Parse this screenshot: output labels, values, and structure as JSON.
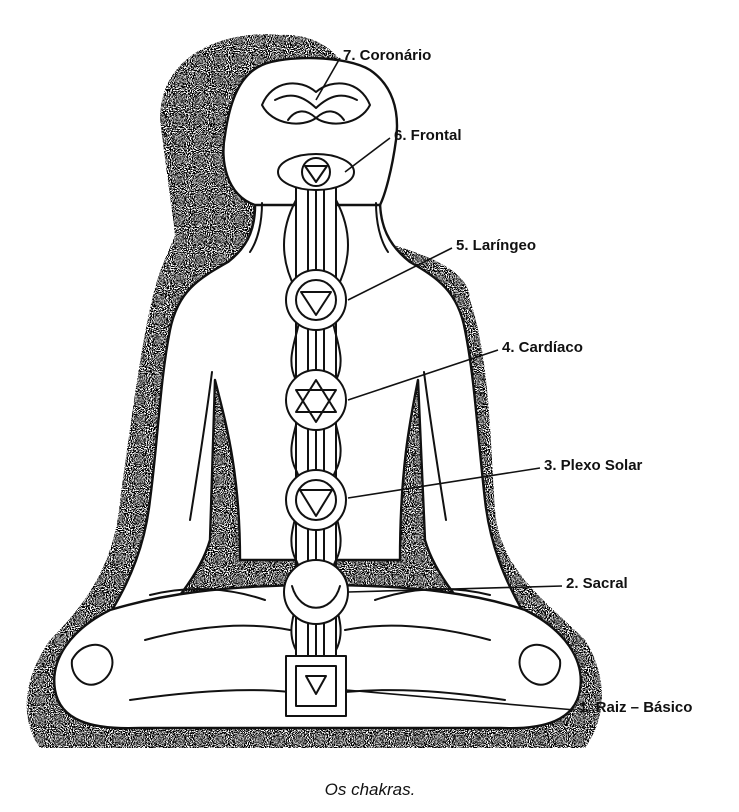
{
  "labels": {
    "crown": "7. Coronário",
    "brow": "6. Frontal",
    "throat": "5. Laríngeo",
    "heart": "4. Cardíaco",
    "solar": "3. Plexo Solar",
    "sacral": "2. Sacral",
    "root": "1. Raiz – Básico"
  },
  "caption": "Os chakras.",
  "colors": {
    "ink": "#111111",
    "paper": "#ffffff"
  }
}
